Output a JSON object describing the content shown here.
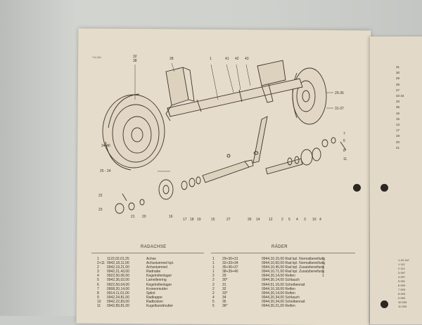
{
  "drawing": {
    "ref_code": "744-384",
    "part_labels": [
      {
        "id": "32_38",
        "text": "32\n38"
      },
      {
        "id": "28",
        "text": "28"
      },
      {
        "id": "1",
        "text": "1"
      },
      {
        "id": "41",
        "text": "41"
      },
      {
        "id": "42",
        "text": "42"
      },
      {
        "id": "43",
        "text": "43"
      },
      {
        "id": "29_35",
        "text": "29-35"
      },
      {
        "id": "31_37",
        "text": "31-37"
      },
      {
        "id": "34_40",
        "text": "34-40"
      },
      {
        "id": "25_24",
        "text": "25 - 24"
      },
      {
        "id": "7",
        "text": "7"
      },
      {
        "id": "6",
        "text": "6"
      },
      {
        "id": "8",
        "text": "8"
      },
      {
        "id": "11",
        "text": "11"
      },
      {
        "id": "22",
        "text": "22"
      },
      {
        "id": "23",
        "text": "23"
      },
      {
        "id": "21",
        "text": "21"
      },
      {
        "id": "20",
        "text": "20"
      },
      {
        "id": "16",
        "text": "16"
      },
      {
        "id": "17",
        "text": "17"
      },
      {
        "id": "18",
        "text": "18"
      },
      {
        "id": "19",
        "text": "19"
      },
      {
        "id": "15",
        "text": "15"
      },
      {
        "id": "27",
        "text": "27"
      },
      {
        "id": "26",
        "text": "26"
      },
      {
        "id": "14",
        "text": "14"
      },
      {
        "id": "12",
        "text": "12"
      },
      {
        "id": "2",
        "text": "2"
      },
      {
        "id": "5",
        "text": "5"
      },
      {
        "id": "4a",
        "text": "4"
      },
      {
        "id": "3",
        "text": "3"
      },
      {
        "id": "10",
        "text": "10"
      },
      {
        "id": "4b",
        "text": "4"
      }
    ]
  },
  "left_table": {
    "heading": "RADACHSE",
    "rows": [
      {
        "pos": "1",
        "number": "1122,02,01,25",
        "desc": "Achse"
      },
      {
        "pos": "2+11",
        "number": "0942,18,11,00",
        "desc": "Achsstummel kpl."
      },
      {
        "pos": "2",
        "number": "0942,19,21,00",
        "desc": "Achsstummel"
      },
      {
        "pos": "3",
        "number": "0942,21,43,00",
        "desc": "Radnabe"
      },
      {
        "pos": "4",
        "number": "0922,50,06,00",
        "desc": "Kegelrollenlager"
      },
      {
        "pos": "5",
        "number": "0942,36,02,00",
        "desc": "Lamellenring"
      },
      {
        "pos": "6",
        "number": "0922,50,04,00",
        "desc": "Kegelrollenlager"
      },
      {
        "pos": "7",
        "number": "0908,20,14,00",
        "desc": "Kronenmutter"
      },
      {
        "pos": "8",
        "number": "0914,11,01,00",
        "desc": "Splint"
      },
      {
        "pos": "9",
        "number": "0942,24,81,00",
        "desc": "Radkappe"
      },
      {
        "pos": "10",
        "number": "0942,22,83,00",
        "desc": "Radbolzen"
      },
      {
        "pos": "11",
        "number": "0942,89,81,00",
        "desc": "Kugelbundmutter"
      }
    ]
  },
  "right_table": {
    "heading": "RÄDER",
    "rows": [
      {
        "pos": "1",
        "number": "29+30+31",
        "desc": "0944,10,15,00  Rad kpl. Normalbereifung",
        "qty": "1"
      },
      {
        "pos": "1",
        "number": "32+33+34",
        "desc": "0944,10,60,00  Rad kpl. Normalbereifung",
        "qty": "1"
      },
      {
        "pos": "1",
        "number": "35+36+37",
        "desc": "0944,10,45,00  Rad kpl. Zusatzbereifung",
        "qty": "1"
      },
      {
        "pos": "1",
        "number": "38+39+40",
        "desc": "0944,10,71,00  Rad kpl. Zusatzbereifung",
        "qty": "1"
      },
      {
        "pos": "2",
        "number": "29",
        "desc": "0944,20,14,00  Reifen",
        "qty": "1"
      },
      {
        "pos": "2",
        "number": "30*",
        "desc": "0944,30,14,00  Schlauch",
        "qty": ""
      },
      {
        "pos": "2",
        "number": "31",
        "desc": "0944,51,16,00  Scheibenrad",
        "qty": ""
      },
      {
        "pos": "2",
        "number": "32",
        "desc": "0944,10,18,00  Reifen",
        "qty": ""
      },
      {
        "pos": "2",
        "number": "33*",
        "desc": "0944,30,14,00  Reifen",
        "qty": ""
      },
      {
        "pos": "4",
        "number": "34",
        "desc": "0944,20,34,00  Schlauch",
        "qty": ""
      },
      {
        "pos": "5",
        "number": "35",
        "desc": "0944,20,34,00  Scheibenrad",
        "qty": ""
      },
      {
        "pos": "5",
        "number": "36*",
        "desc": "0944,30,21,00  Reifen",
        "qty": ""
      }
    ]
  },
  "side_page": {
    "numbers": [
      "31",
      "30",
      "29",
      "28",
      "27",
      "33 34",
      "33",
      "35",
      "16",
      "15",
      "13",
      "17",
      "19",
      "20",
      "21"
    ],
    "list": [
      "1-43  112",
      "1  112",
      "2  112",
      "3  097",
      "4  097",
      "5  091",
      "6  093",
      "7  093",
      "8  093",
      "9  093",
      "10  093",
      "11  093"
    ]
  },
  "colors": {
    "paper": "#e6dccb",
    "ink": "#3b342c",
    "background": "#c9ccc9"
  }
}
